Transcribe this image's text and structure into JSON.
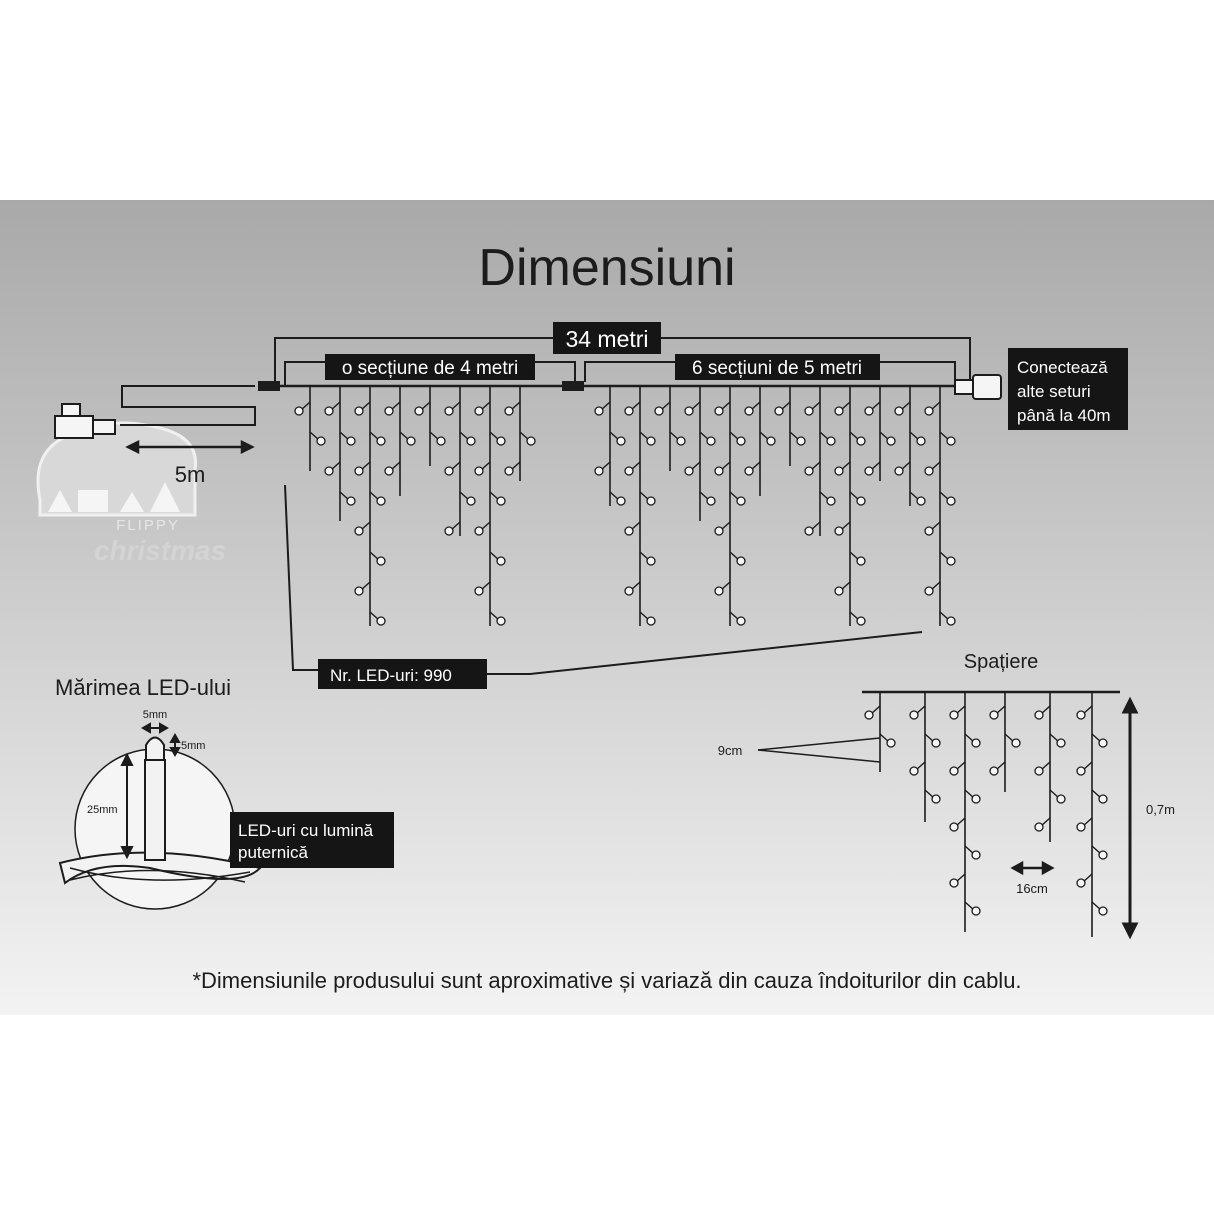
{
  "title": "Dimensiuni",
  "brand": {
    "line1": "FLIPPY",
    "line2": "christmas"
  },
  "labels": {
    "total_length": "34 metri",
    "section_a": "o secțiune de 4 metri",
    "section_b": "6 secțiuni de 5 metri",
    "connect": [
      "Conectează",
      "alte seturi",
      "până la 40m"
    ],
    "lead_cable": "5m",
    "led_count": "Nr. LED-uri: 990",
    "led_size_title": "Mărimea LED-ului",
    "led_width": "5mm",
    "led_head": "5mm",
    "led_height": "25mm",
    "led_type": [
      "LED-uri cu lumină",
      "puternică"
    ],
    "spacing_title": "Spațiere",
    "spacing_vertical": "9cm",
    "spacing_horizontal": "16cm",
    "drop_height": "0,7m"
  },
  "footnote": "*Dimensiunile produsului sunt aproximative și variază din cauza îndoiturilor din cablu.",
  "colors": {
    "panel_top": "#a9a9a9",
    "panel_bottom": "#f3f3f3",
    "ink": "#1c1c1c",
    "label_bg": "#151515",
    "label_text": "#ffffff"
  }
}
